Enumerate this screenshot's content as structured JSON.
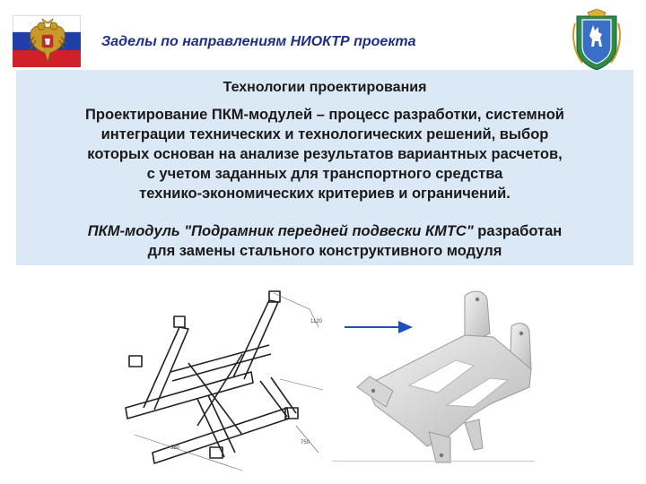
{
  "header": {
    "title": "Заделы по направлениям НИОКТР проекта",
    "left_logo": "russian-flag-with-coat-of-arms",
    "right_logo": "samara-region-coat-of-arms"
  },
  "panel": {
    "heading": "Технологии проектирования",
    "body_lines": [
      "Проектирование ПКМ-модулей – процесс разработки, системной",
      "интеграции технических и технологических решений, выбор",
      "которых основан на анализе результатов вариантных расчетов,",
      "с учетом заданных для транспортного средства",
      "технико-экономических критериев и ограничений."
    ],
    "conclusion_italic": "ПКМ-модуль \"Подрамник передней подвески КМТС\"",
    "conclusion_rest_line1": " разработан",
    "conclusion_line2": "для замены стального конструктивного модуля"
  },
  "figures": {
    "left": "steel-subframe-line-drawing",
    "arrow": "right-arrow",
    "right": "composite-subframe-3d-render"
  },
  "colors": {
    "title": "#1f2f87",
    "panel_bg": "#dbe8f5",
    "arrow": "#1f4fbf",
    "flag_blue": "#1e3ea8",
    "flag_red": "#d0202a"
  }
}
